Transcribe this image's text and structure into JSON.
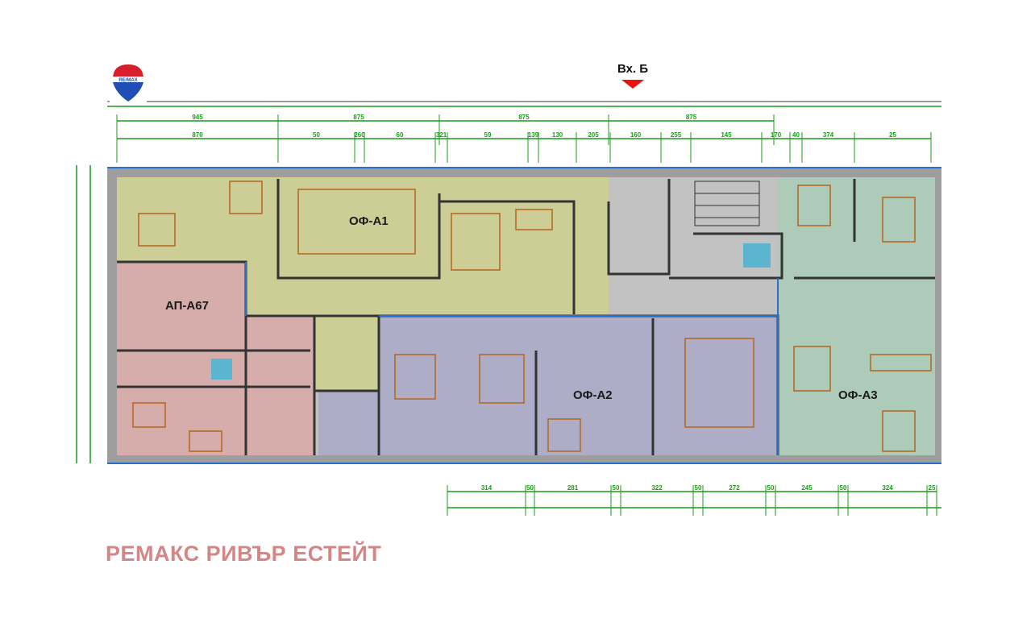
{
  "logo": {
    "text": "RE/MAX",
    "colors": {
      "red": "#d81e2c",
      "blue": "#1f4fb4"
    }
  },
  "entrance": {
    "label": "Вх. Б",
    "arrow_color": "#e11d1d"
  },
  "rooms": [
    {
      "id": "of-a1",
      "label": "ОФ-А1",
      "color": "#cfcf8e"
    },
    {
      "id": "ap-a67",
      "label": "АП-А67",
      "color": "#d9a9a6"
    },
    {
      "id": "of-a2",
      "label": "ОФ-А2",
      "color": "#a9a9c9"
    },
    {
      "id": "of-a3",
      "label": "ОФ-А3",
      "color": "#a9cdb6"
    }
  ],
  "common_area_color": "#c2c2c2",
  "dimension_color": "#1a9c1a",
  "dimensions": {
    "top_row_1": [
      "945",
      "875",
      "875",
      "875"
    ],
    "top_row_2": [
      "870",
      "50",
      "260",
      "60",
      "321",
      "59",
      "139",
      "130",
      "205",
      "160",
      "255",
      "145",
      "170",
      "40",
      "374",
      "25"
    ],
    "bottom_row": [
      "314",
      "50",
      "281",
      "50",
      "322",
      "50",
      "272",
      "50",
      "245",
      "50",
      "324",
      "25"
    ]
  },
  "footer": {
    "text": "РЕМАКС РИВЪР ЕСТЕЙТ",
    "color": "#d48585"
  }
}
